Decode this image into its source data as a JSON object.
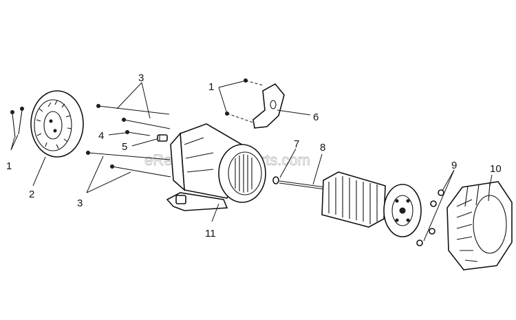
{
  "diagram": {
    "watermark": "eReplacementParts.com",
    "callouts": {
      "c1_left": "1",
      "c1_top": "1",
      "c2": "2",
      "c3_top": "3",
      "c3_bottom": "3",
      "c4": "4",
      "c5": "5",
      "c6": "6",
      "c7": "7",
      "c8": "8",
      "c9": "9",
      "c10": "10",
      "c11": "11"
    }
  }
}
